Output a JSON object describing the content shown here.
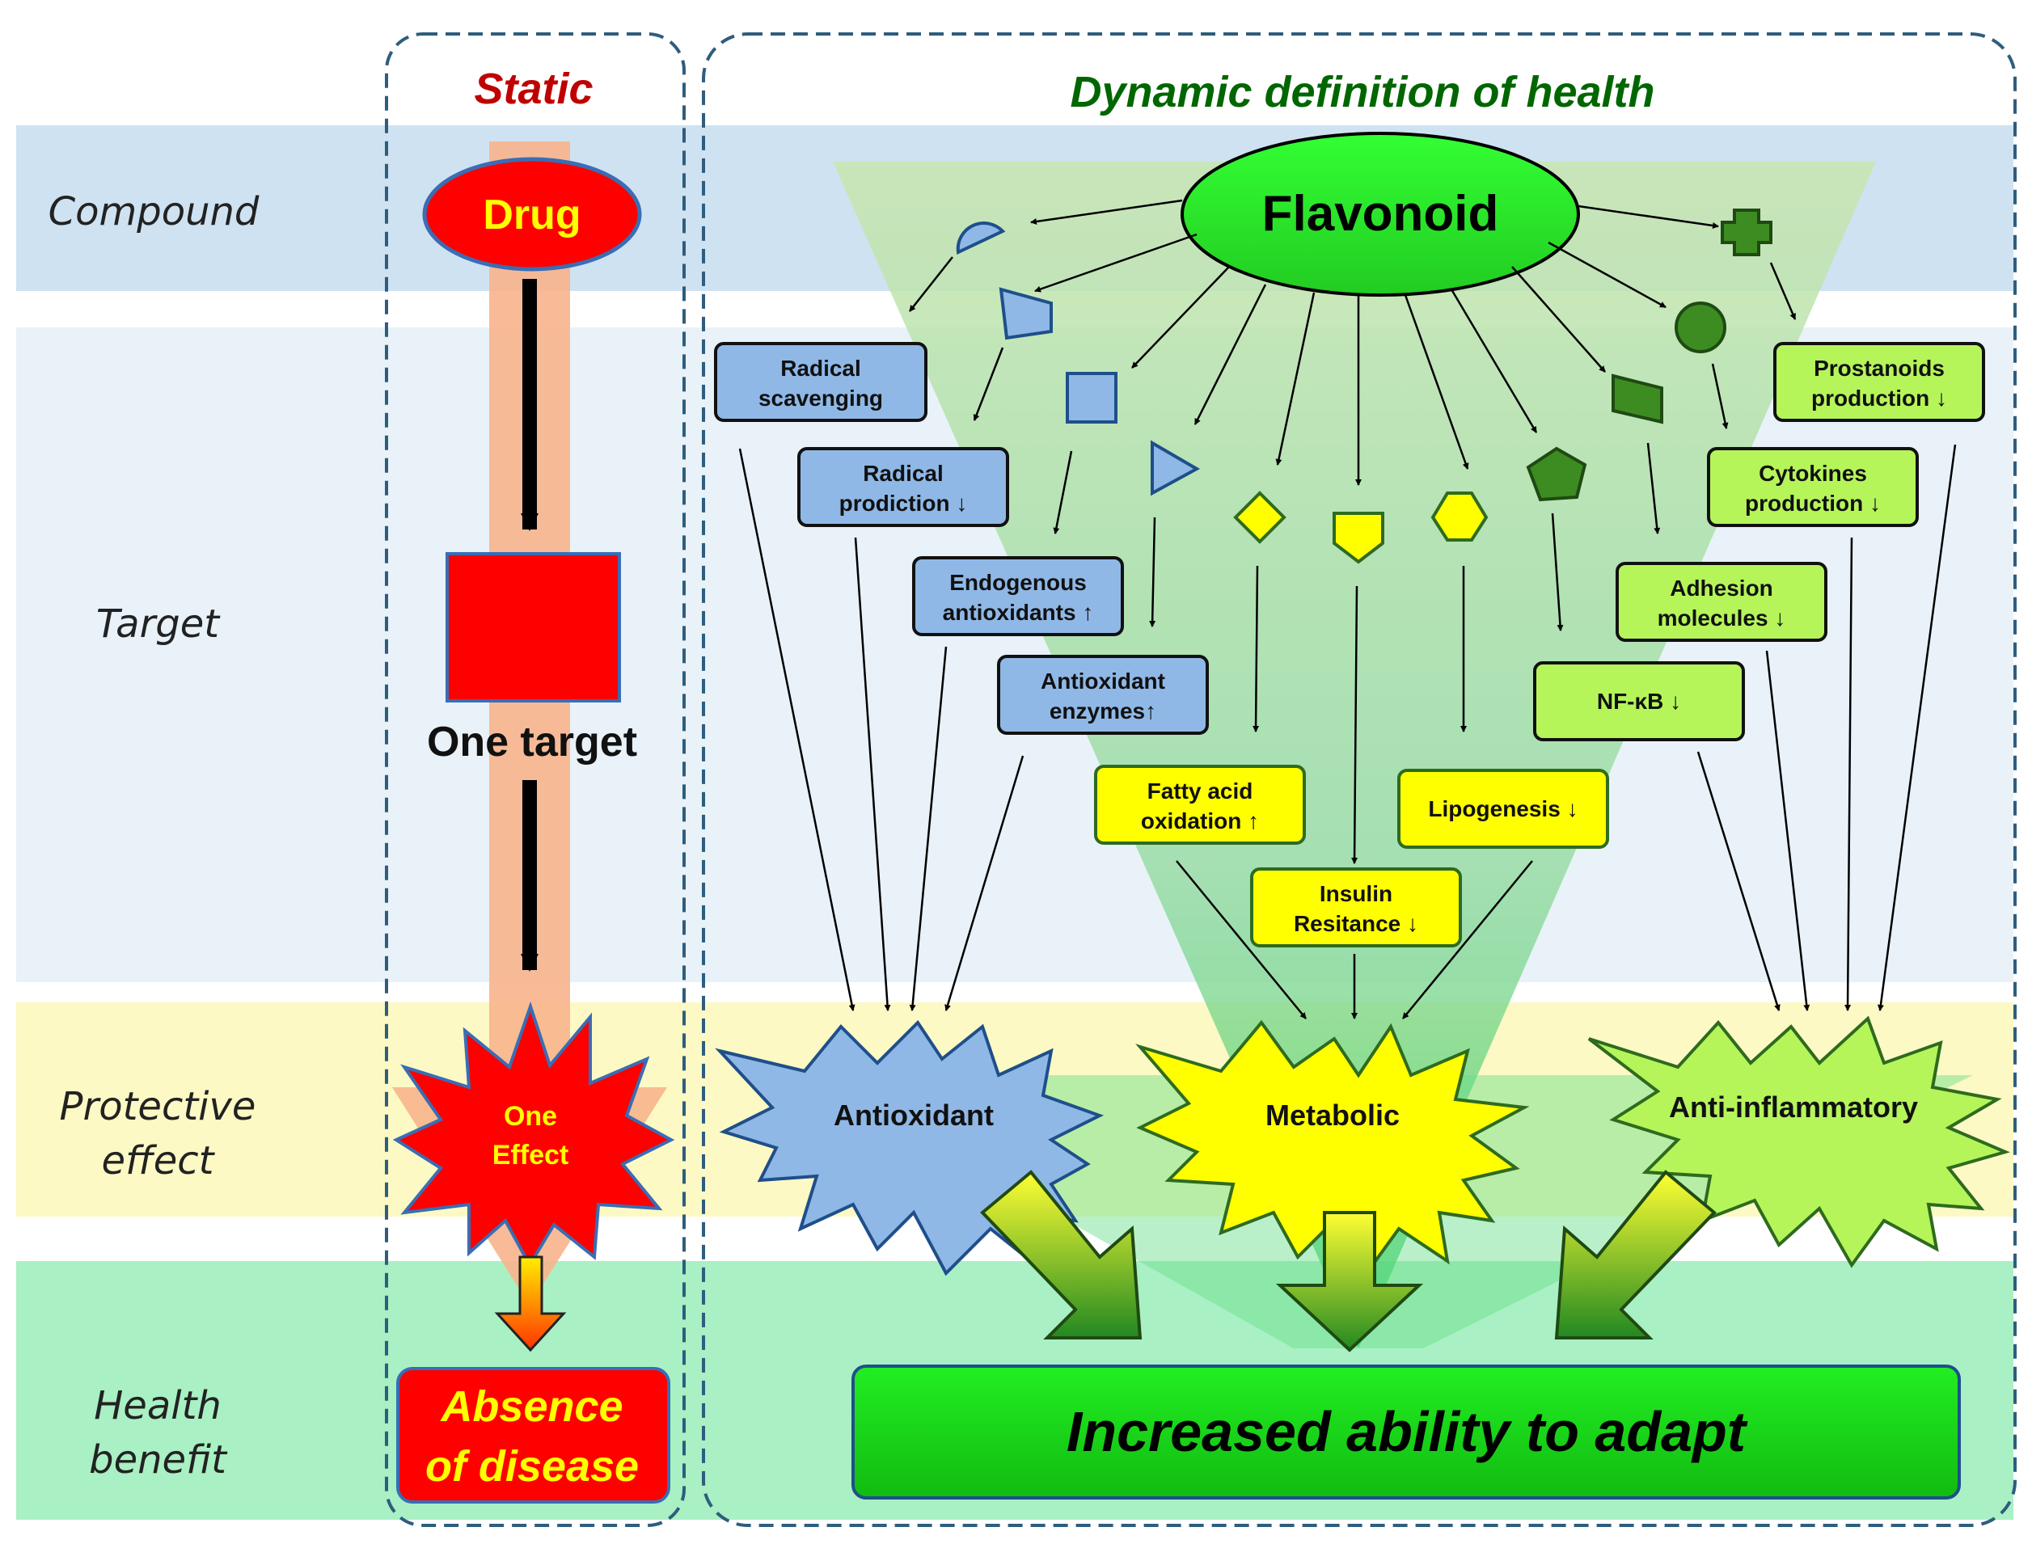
{
  "row_labels": {
    "compound": "Compound",
    "target": "Target",
    "protective_line1": "Protective",
    "protective_line2": "effect",
    "health_line1": "Health",
    "health_line2": "benefit"
  },
  "static_panel": {
    "title": "Static",
    "drug": "Drug",
    "one_target": "One target",
    "one_effect_line1": "One",
    "one_effect_line2": "Effect",
    "absence_line1": "Absence",
    "absence_line2": "of disease"
  },
  "dynamic_panel": {
    "title": "Dynamic definition of health",
    "flavonoid": "Flavonoid",
    "targets": {
      "radical_scavenging_1": "Radical",
      "radical_scavenging_2": "scavenging",
      "radical_prodiction_1": "Radical",
      "radical_prodiction_2": "prodiction ↓",
      "endogenous_1": "Endogenous",
      "endogenous_2": "antioxidants ↑",
      "antioxidant_enzymes_1": "Antioxidant",
      "antioxidant_enzymes_2": "enzymes↑",
      "fatty_acid_1": "Fatty acid",
      "fatty_acid_2": "oxidation ↑",
      "insulin_1": "Insulin",
      "insulin_2": "Resitance ↓",
      "lipogenesis": "Lipogenesis ↓",
      "nfkb": "NF-κB ↓",
      "adhesion_1": "Adhesion",
      "adhesion_2": "molecules ↓",
      "cytokines_1": "Cytokines",
      "cytokines_2": "production ↓",
      "prostanoids_1": "Prostanoids",
      "prostanoids_2": "production ↓"
    },
    "effects": {
      "antioxidant": "Antioxidant",
      "metabolic": "Metabolic",
      "anti_inflammatory": "Anti-inflammatory"
    },
    "outcome": "Increased ability to adapt"
  },
  "colors": {
    "blue_box": "#8fb8e6",
    "yellow_box": "#ffff00",
    "green_box": "#b5f55a",
    "red": "#ff0000",
    "dark_green_text": "#006600",
    "static_title": "#c00000"
  }
}
